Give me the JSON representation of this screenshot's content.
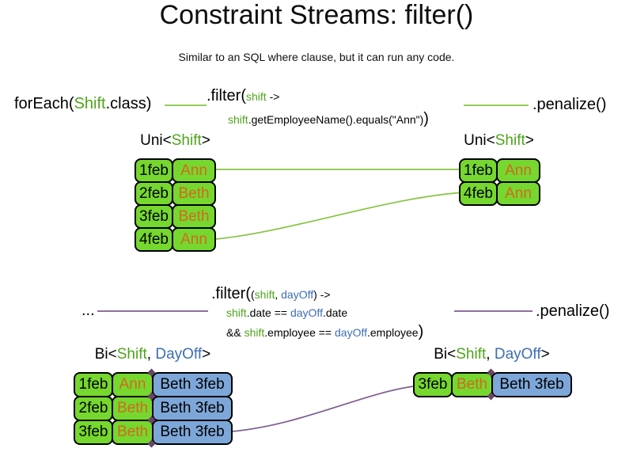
{
  "slide": {
    "title": "Constraint Streams: filter()",
    "subtitle": "Similar to an SQL where clause, but it can run any code."
  },
  "colors": {
    "box_green": "#76D72F",
    "box_blue": "#7DA7D8",
    "code_green": "#4FA41B",
    "code_blue": "#3D6EB4",
    "name_orange": "#D2691E",
    "line_green": "#86C440",
    "line_purple": "#7D5C8F",
    "diamond_purple": "#6B4566"
  },
  "pipeline_top": {
    "foreach_pre": "forEach(",
    "foreach_class": "Shift",
    "foreach_post": ".class)",
    "filter_method": ".filter(",
    "filter_param": "shift",
    "filter_arrow": " ->",
    "filter_body_param": "shift",
    "filter_body_rest": ".getEmployeeName().equals(\"Ann\")",
    "filter_close": ")",
    "penalize": ".penalize()"
  },
  "pipeline_bottom": {
    "source_dots": "...",
    "filter_method": ".filter(",
    "filter_open": "(",
    "param_shift": "shift",
    "param_comma": ", ",
    "param_dayoff": "dayOff",
    "filter_arrow": ") ->",
    "line2_shift": "shift",
    "line2_op": ".date == ",
    "line2_dayoff": "dayOff",
    "line2_rest": ".date",
    "line3_and": "&& ",
    "line3_shift": "shift",
    "line3_op": ".employee == ",
    "line3_dayoff": "dayOff",
    "line3_rest": ".employee",
    "filter_close": ")",
    "penalize": ".penalize()"
  },
  "uni_left": {
    "label_pre": "Uni<",
    "label_type": "Shift",
    "label_post": ">",
    "rows": [
      {
        "date": "1feb",
        "name": "Ann"
      },
      {
        "date": "2feb",
        "name": "Beth"
      },
      {
        "date": "3feb",
        "name": "Beth"
      },
      {
        "date": "4feb",
        "name": "Ann"
      }
    ]
  },
  "uni_right": {
    "label_pre": "Uni<",
    "label_type": "Shift",
    "label_post": ">",
    "rows": [
      {
        "date": "1feb",
        "name": "Ann"
      },
      {
        "date": "4feb",
        "name": "Ann"
      }
    ]
  },
  "bi_left": {
    "label_pre": "Bi<",
    "label_shift": "Shift",
    "label_comma": ", ",
    "label_dayoff": "DayOff",
    "label_post": ">",
    "rows": [
      {
        "date": "1feb",
        "name": "Ann",
        "dayoff": "Beth 3feb"
      },
      {
        "date": "2feb",
        "name": "Beth",
        "dayoff": "Beth 3feb"
      },
      {
        "date": "3feb",
        "name": "Beth",
        "dayoff": "Beth 3feb"
      }
    ]
  },
  "bi_right": {
    "label_pre": "Bi<",
    "label_shift": "Shift",
    "label_comma": ", ",
    "label_dayoff": "DayOff",
    "label_post": ">",
    "rows": [
      {
        "date": "3feb",
        "name": "Beth",
        "dayoff": "Beth 3feb"
      }
    ]
  }
}
